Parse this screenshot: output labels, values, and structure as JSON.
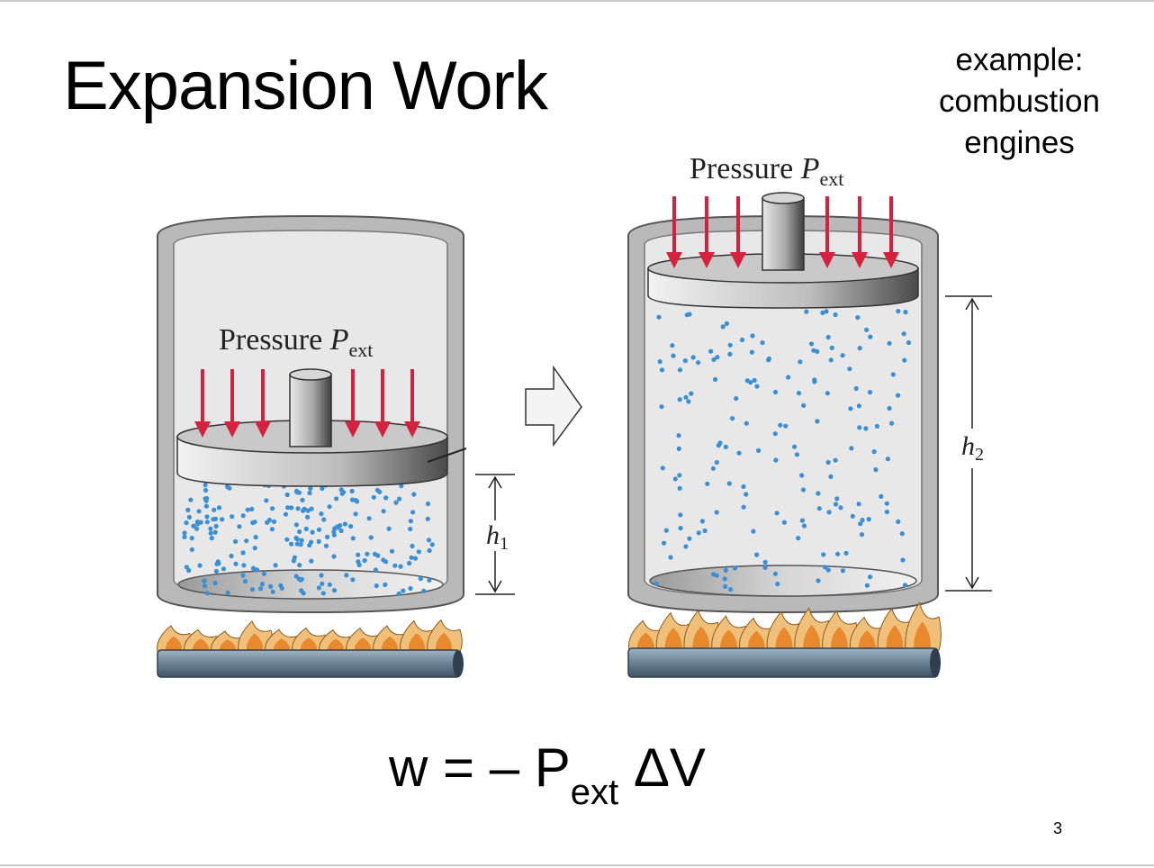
{
  "slide": {
    "title": "Expansion Work",
    "note_lines": [
      "example:",
      "combustion",
      "engines"
    ],
    "equation": {
      "lhs": "w = – P",
      "subscript": "ext",
      "rhs": "ΔV"
    },
    "page_number": "3"
  },
  "diagram": {
    "left_label": {
      "text": "Pressure ",
      "var": "P",
      "sub": "ext"
    },
    "right_label": {
      "text": "Pressure ",
      "var": "P",
      "sub": "ext"
    },
    "h1": {
      "var": "h",
      "sub": "1"
    },
    "h2": {
      "var": "h",
      "sub": "2"
    },
    "colors": {
      "arrow": "#d4213d",
      "molecule": "#3a8fd6",
      "cylinder": "#b9b9b9",
      "cylinder_inner": "#e8e8e8",
      "pipe": "#5f7a8f",
      "flame_outer": "#f0c07a",
      "flame_inner": "#e8892e"
    },
    "icons": [
      "down-arrow-icon",
      "right-block-arrow-icon",
      "flame-icon",
      "gas-burner-pipe-icon"
    ]
  }
}
